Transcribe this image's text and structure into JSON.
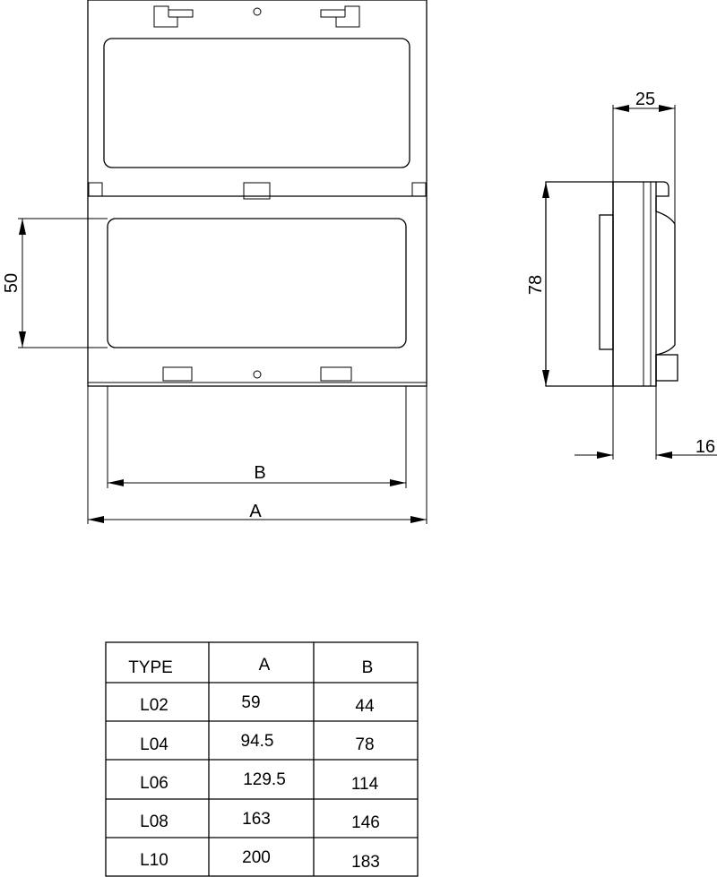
{
  "front_view": {
    "dim_a": "A",
    "dim_b": "B",
    "dim_height": "50"
  },
  "side_view": {
    "dim_depth": "25",
    "dim_height": "78",
    "dim_base": "16"
  },
  "table": {
    "headers": [
      "TYPE",
      "A",
      "B"
    ],
    "rows": [
      [
        "L02",
        "59",
        "44"
      ],
      [
        "L04",
        "94.5",
        "78"
      ],
      [
        "L06",
        "129.5",
        "114"
      ],
      [
        "L08",
        "163",
        "146"
      ],
      [
        "L10",
        "200",
        "183"
      ]
    ]
  }
}
